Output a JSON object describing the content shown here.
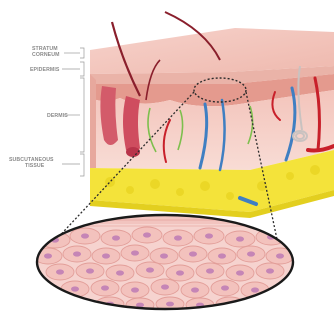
{
  "labels": {
    "stratum_corneum_1": "STRATUM",
    "stratum_corneum_2": "CORNEUM",
    "epidermis": "EPIDERMIS",
    "dermis": "DERMIS",
    "subcutaneous_1": "SUBCUTANEOUS",
    "subcutaneous_2": "TISSUE"
  },
  "colors": {
    "stratum_corneum": "#f4c9c3",
    "epidermis": "#e9a397",
    "dermis": "#f7d6cf",
    "subcutaneous": "#f4e33a",
    "hair": "#8a1f2c",
    "vein": "#3f7fc2",
    "artery": "#c8202a",
    "nerve": "#7dbf4d",
    "cell": "#f3c2bd",
    "cell_nucleus": "#c585b6",
    "label_text": "#8a8a8a"
  },
  "icons": [
    "zoom-circle-icon",
    "skin-block-icon"
  ]
}
